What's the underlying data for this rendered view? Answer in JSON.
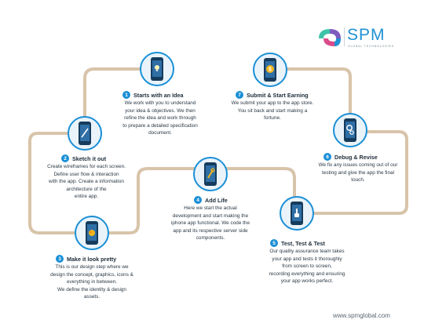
{
  "brand": {
    "name": "SPM",
    "tagline": "GLOBAL TECHNOLOGIES",
    "website": "www.spmglobal.com"
  },
  "colors": {
    "pipe": "#d8c4aa",
    "phone_ring": "#1a8fd6",
    "phone_body": "#163b5c",
    "step_badge": "#1a8fd6"
  },
  "steps": [
    {
      "number": "1",
      "title": "Starts with an Idea",
      "icon": "lightbulb-icon",
      "desc_lines": [
        "We work with you to understand",
        "your idea & objectives. We then",
        "refine the idea and work through",
        "to prepare a detailed specification",
        "document."
      ]
    },
    {
      "number": "2",
      "title": "Sketch it out",
      "icon": "pencil-icon",
      "desc_lines": [
        "Create wireframes for each screen.",
        "Define user flow & interaction",
        "with the app. Create a information",
        "architecture of the",
        "entire app."
      ]
    },
    {
      "number": "3",
      "title": "Make it look pretty",
      "icon": "brush-palette-icon",
      "desc_lines": [
        "This is our design step where we",
        "design the concept, graphics, icons &",
        "everything in between.",
        "We define the identity & design",
        "assets."
      ]
    },
    {
      "number": "4",
      "title": "Add Life",
      "icon": "wrench-icon",
      "desc_lines": [
        "Here we start the actual",
        "development and start making the",
        "iphone app functional. We code the",
        "app and its respective server side",
        "components."
      ]
    },
    {
      "number": "5",
      "title": "Test, Test & Test",
      "icon": "tap-hand-icon",
      "desc_lines": [
        "Our quality assurance team takes",
        "your app and tests it thoroughly",
        "from screen to screen,",
        "recording everything and ensuring",
        "your app works perfect."
      ]
    },
    {
      "number": "6",
      "title": "Debug & Revise",
      "icon": "gears-icon",
      "desc_lines": [
        "We fix any issues coming out of our",
        "testing and give the app the final",
        "touch."
      ]
    },
    {
      "number": "7",
      "title": "Submit & Start Earning",
      "icon": "dollar-coin-icon",
      "desc_lines": [
        "We submit your app to the app store.",
        "You sit back and start making a",
        "fortune."
      ]
    }
  ]
}
